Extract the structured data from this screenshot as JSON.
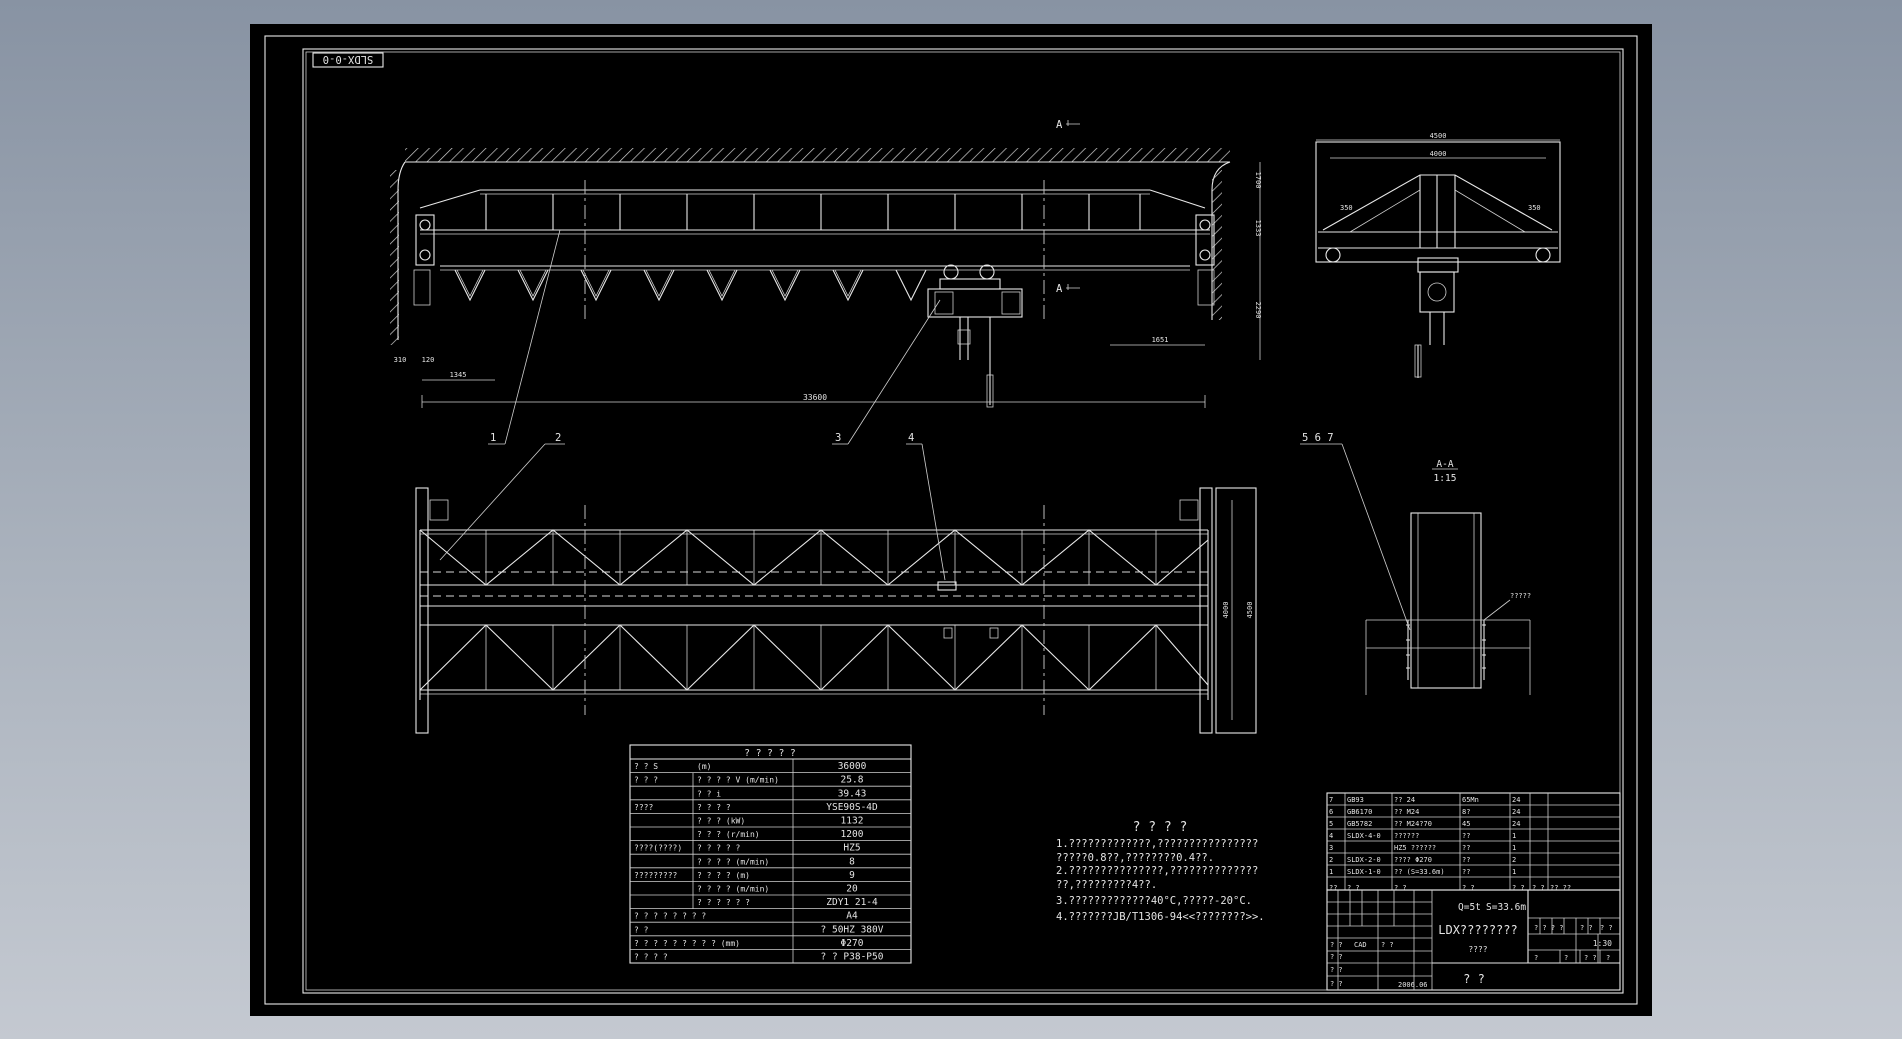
{
  "drawing": {
    "code_box": "SLDX-0-0",
    "section_marker": "A",
    "section_title": "A-A",
    "section_scale": "1:15",
    "weld_note": "?????"
  },
  "part_callouts": [
    "1",
    "2",
    "3",
    "4",
    "5  6  7"
  ],
  "dimensions": {
    "span": "33600",
    "left_offset": "1345",
    "left_small_a": "310",
    "left_small_b": "120",
    "right_offset": "1651",
    "right_height_top": "1700",
    "right_height_mid": "1333",
    "right_height_low": "2290",
    "side_width_outer": "4500",
    "side_width_inner": "4000",
    "side_left_gap": "350",
    "side_right_gap": "350",
    "plan_inner": "4000",
    "plan_outer": "4500"
  },
  "spec_table": {
    "title": "? ? ? ? ?",
    "rows": [
      [
        "? ?  S",
        "(m)",
        "36000"
      ],
      [
        "? ? ?",
        "? ? ? ?  V  (m/min)",
        "25.8"
      ],
      [
        "",
        "?   ?   i",
        "39.43"
      ],
      [
        "????",
        "?   ? ?   ?",
        "YSE90S-4D"
      ],
      [
        "",
        "?   ? ?  (kW)",
        "1132"
      ],
      [
        "",
        "?   ? ?  (r/min)",
        "1200"
      ],
      [
        "????(????)",
        "? ? ? ? ?",
        "HZ5"
      ],
      [
        "",
        "? ? ? ?  (m/min)",
        "8"
      ],
      [
        "?????????",
        "? ? ? ?   (m)",
        "9"
      ],
      [
        "",
        "? ? ? ?  (m/min)",
        "20"
      ],
      [
        "",
        "? ? ? ? ? ?",
        "ZDY1 21-4"
      ],
      [
        "? ? ? ? ? ? ? ?",
        "",
        "A4"
      ],
      [
        "?          ?",
        "",
        "?   50HZ   380V"
      ],
      [
        "? ? ? ? ? ? ? ? ?     (mm)",
        "",
        "Φ270"
      ],
      [
        "? ? ? ?",
        "",
        "? ? P38-P50"
      ]
    ]
  },
  "notes": {
    "title": "? ? ? ?",
    "lines": [
      "1.?????????????,????????????????",
      "  ?????0.8??,????????0.4??.",
      "2.???????????????,??????????????",
      "  ??,?????????4??.",
      "3.?????????????40°C,?????-20°C.",
      "4.???????JB/T1306-94<<????????>>."
    ]
  },
  "parts_list": [
    [
      "7",
      "GB93",
      "?? 24",
      "65Mn",
      "24",
      ""
    ],
    [
      "6",
      "GB6170",
      "?? M24",
      "8?",
      "24",
      ""
    ],
    [
      "5",
      "GB5782",
      "?? M24?70",
      "45",
      "24",
      ""
    ],
    [
      "4",
      "SLDX-4-0",
      "??????",
      "??",
      "1",
      ""
    ],
    [
      "3",
      "",
      "HZ5 ??????",
      "??",
      "1",
      ""
    ],
    [
      "2",
      "SLDX-2-0",
      "???? Φ270",
      "??",
      "2",
      ""
    ],
    [
      "1",
      "SLDX-1-0",
      "?? (S=33.6m)",
      "??",
      "1",
      ""
    ]
  ],
  "parts_header": [
    "??",
    "?     ?",
    "?     ?",
    "?     ?",
    "? ?",
    "? ?",
    "?? ??"
  ],
  "title_block": {
    "load": "Q=5t",
    "span": "S=33.6m",
    "name": "LDX????????",
    "sub": "????",
    "company": "? ?",
    "scale": "1:30",
    "date": "2006.06",
    "cad": "CAD",
    "sign_labels": [
      "? ?",
      "? ?",
      "? ?",
      "? ?",
      "? ?"
    ],
    "mark_cells": [
      "? ? ? ?",
      "? ?",
      "? ?"
    ],
    "sheet_cells": [
      "?",
      "?",
      "? ?",
      "?"
    ]
  }
}
